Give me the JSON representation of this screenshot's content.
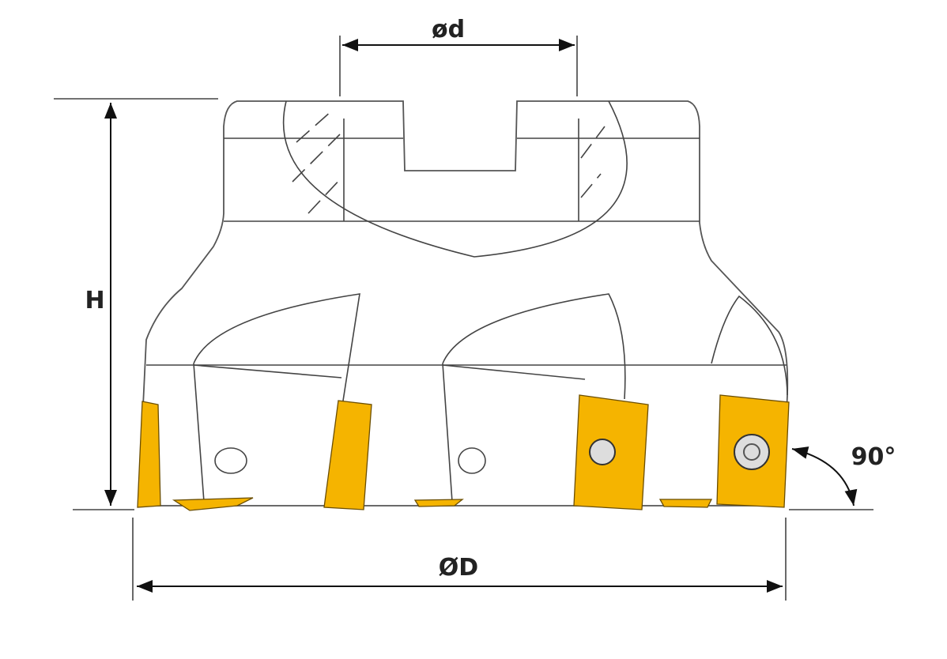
{
  "labels": {
    "bore_diameter": "ød",
    "outer_diameter": "ØD",
    "height": "H",
    "angle": "90°"
  },
  "colors": {
    "insert": "#f5b400",
    "lines": "#333333"
  }
}
